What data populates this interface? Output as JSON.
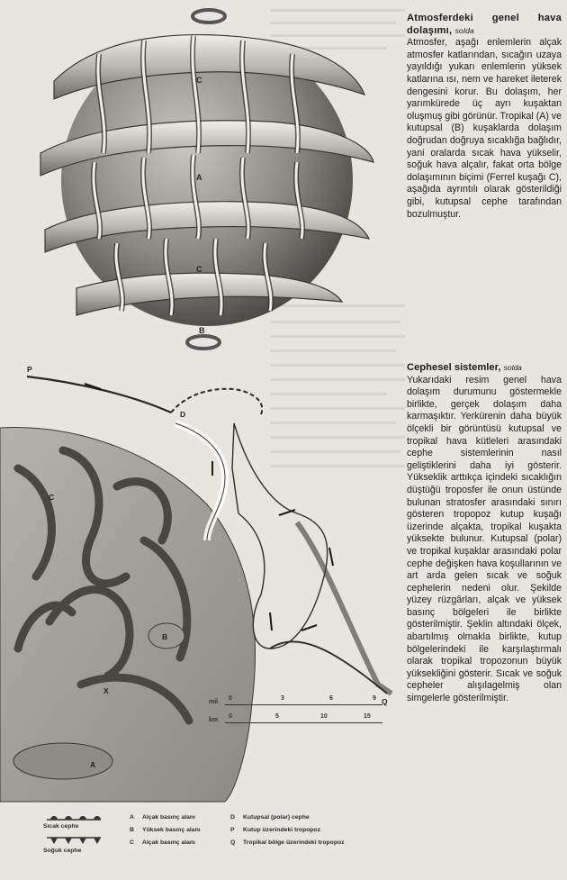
{
  "caption1": {
    "title": "Atmosferdeki genel hava dolaşımı,",
    "tag": "solda",
    "body": "Atmosfer, aşağı enlemlerin alçak atmosfer katlarından, sıcağın uzaya yayıldığı yukarı enlemlerin yüksek katlarına ısı, nem ve hareket ileterek dengesini korur. Bu dolaşım, her yarımkürede üç ayrı kuşaktan oluşmuş gibi görünür. Tropikal (A) ve kutupsal (B) kuşaklarda dolaşım doğrudan doğruya sıcaklığa bağlıdır, yani oralarda sıcak hava yükselir, soğuk hava alçalır, fakat orta bölge dolaşımının biçimi (Ferrel kuşağı C), aşağıda ayrıntılı olarak gösterildiği gibi, kutupsal cephe tarafından bozulmuştur."
  },
  "caption2": {
    "title": "Cephesel sistemler,",
    "tag": "solda",
    "body": "Yukarıdaki resim genel hava dolaşım durumunu göstermekle birlikte, gerçek dolaşım daha karmaşıktır. Yerkürenin daha büyük ölçekli bir görüntüsü kutupsal ve tropikal hava kütleleri arasındaki cephe sistemlerinin nasıl geliştiklerini daha iyi gösterir. Yükseklik arttıkça içindeki sıcaklığın düştüğü troposfer ile onun üstünde bulunan stratosfer arasındaki sınırı gösteren tropopoz kutup kuşağı üzerinde alçakta, tropikal kuşakta yüksekte bulunur. Kutupsal (polar) ve tropikal kuşaklar arasındaki polar cephe değişken hava koşullarının ve art arda gelen sıcak ve soğuk cephelerin nedeni olur. Şekilde yüzey rüzgârları, alçak ve yüksek basınç bölgeleri ile birlikte gösterilmiştir. Şeklin altındaki ölçek, abartılmış olmakla birlikte, kutup bölgelerindeki ile karşılaştırmalı olarak tropikal tropozonun büyük yüksekliğini gösterir. Sıcak ve soğuk cepheler alışılagelmiş olan simgelerle gösterilmiştir."
  },
  "globe_labels": [
    "C",
    "A",
    "C",
    "B"
  ],
  "diagram_labels": {
    "P": "P",
    "D": "D",
    "C": "C",
    "B": "B",
    "X": "X",
    "A": "A",
    "Q": "Q"
  },
  "scale": {
    "mil_label": "mil",
    "km_label": "km",
    "mil_ticks": [
      "0",
      "3",
      "6",
      "9"
    ],
    "km_ticks": [
      "0",
      "5",
      "10",
      "15"
    ]
  },
  "legend": {
    "warm_front": "Sıcak cephe",
    "cold_front": "Soğuk cephe",
    "items": [
      {
        "key": "A",
        "text": "Alçak basınç alanı"
      },
      {
        "key": "B",
        "text": "Yüksek basınç alanı"
      },
      {
        "key": "C",
        "text": "Alçak basınç alanı"
      },
      {
        "key": "D",
        "text": "Kutupsal (polar) cephe"
      },
      {
        "key": "P",
        "text": "Kutup üzerindeki tropopoz"
      },
      {
        "key": "Q",
        "text": "Tropikal bölge üzerindeki tropopoz"
      }
    ]
  }
}
